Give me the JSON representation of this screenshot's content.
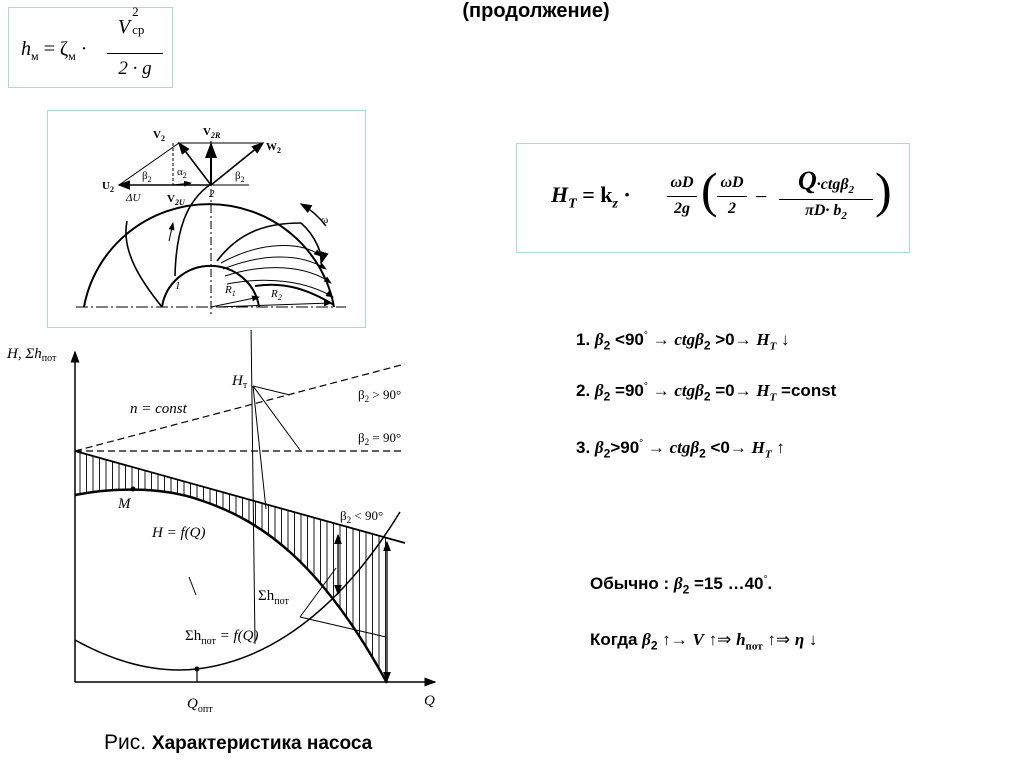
{
  "title": "(продолжение)",
  "formula_hm": {
    "lhs": "h",
    "lhs_sub": "м",
    "eq": "= ζ",
    "zeta_sub": "м",
    "dot": "·",
    "num": "V",
    "num_sup": "2",
    "num_sub": "ср",
    "den": "2 · g"
  },
  "formula_ht": {
    "lhs": "H",
    "lhs_sub": "T",
    "eq": "= k",
    "k_sub": "z",
    "dot": "·",
    "f1_num": "ωD",
    "f1_den": "2g",
    "open": "(",
    "f2_num": "ωD",
    "f2_den": "2",
    "minus": "−",
    "f3_num_q": "Q",
    "f3_num_rest": "·ctgβ",
    "f3_num_sub": "2",
    "f3_den": "πD· b",
    "f3_den_sub": "2",
    "close": ")"
  },
  "impeller": {
    "labels": {
      "v2": "V",
      "v2_sub": "2",
      "v2r": "V",
      "v2r_sub": "2R",
      "w2": "W",
      "w2_sub": "2",
      "u2": "U",
      "u2_sub": "2",
      "du": "ΔU",
      "v2u": "V",
      "v2u_sub": "2U",
      "beta2a": "β",
      "beta2a_sub": "2",
      "alpha2": "α",
      "alpha2_sub": "2",
      "beta2b": "β",
      "beta2b_sub": "2",
      "point2": "2",
      "point1": "1",
      "r1": "R",
      "r1_sub": "1",
      "r2": "R",
      "r2_sub": "2",
      "omega": "ω"
    }
  },
  "chart_labels": {
    "y_axis": "H, Σh",
    "y_axis_sub": "пот",
    "x_axis": "Q",
    "ht": "H",
    "ht_sub": "т",
    "beta_gt": "β",
    "beta_gt_rest": " > 90°",
    "beta_eq": "β",
    "beta_eq_rest": " = 90°",
    "beta_lt": "β",
    "beta_lt_rest": " < 90°",
    "n_const": "n = const",
    "m": "M",
    "h_fq": "H = f(Q)",
    "sum_h": "Σh",
    "sum_h_sub": "пот",
    "sum_h_fq": "Σh",
    "sum_h_fq_sub": "пот",
    "sum_h_fq_rest": " = f(Q)",
    "q_opt": "Q",
    "q_opt_sub": "опт",
    "beta_sub": "2"
  },
  "rules": [
    {
      "num": "1.",
      "beta": "β",
      "sub": "2",
      "cond": " <90",
      "deg": "°",
      "arrow": " → ",
      "ctg": "ctgβ",
      "ctg_sub": "2",
      "res": " >0→ ",
      "h": "H",
      "h_sub": "T",
      "tail": " ↓"
    },
    {
      "num": "2.",
      "beta": "β",
      "sub": "2",
      "cond": " =90",
      "deg": "°",
      "arrow": " → ",
      "ctg": "ctgβ",
      "ctg_sub": "2",
      "res": " =0→ ",
      "h": "H",
      "h_sub": "T",
      "tail": " =const"
    },
    {
      "num": "3. ",
      "beta": "β",
      "sub": "2",
      "cond": ">90",
      "deg": "°",
      "arrow": " → ",
      "ctg": "ctgβ",
      "ctg_sub": "2",
      "res": " <0→ ",
      "h": "H",
      "h_sub": "T",
      "tail": " ↑"
    }
  ],
  "usually": {
    "label": "Обычно : ",
    "beta": "β",
    "sub": "2",
    "value": " =15 …40",
    "deg": "°",
    "end": "."
  },
  "when": {
    "label": "Когда ",
    "beta": "β",
    "sub": "2",
    "t1": " ↑→ ",
    "v": "V",
    "t2": "  ↑⇒ ",
    "h": "h",
    "h_sub": "пот",
    "t3": " ↑⇒  ",
    "eta": "η",
    "t4": " ↓"
  },
  "caption": {
    "prefix": "Рис. ",
    "text": "Характеристика насоса"
  }
}
